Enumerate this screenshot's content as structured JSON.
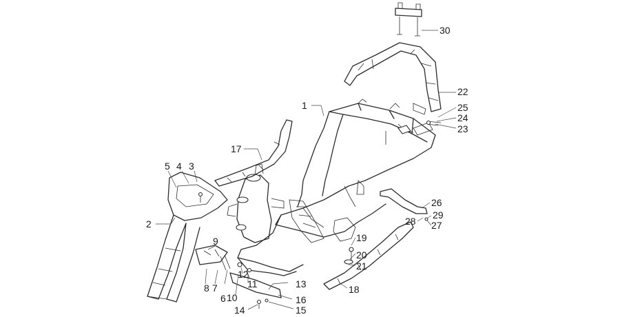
{
  "diagram": {
    "callouts": [
      "1",
      "2",
      "3",
      "4",
      "5",
      "6",
      "7",
      "8",
      "9",
      "10",
      "11",
      "12",
      "13",
      "14",
      "15",
      "16",
      "17",
      "18",
      "19",
      "20",
      "21",
      "22",
      "23",
      "24",
      "25",
      "26",
      "27",
      "28",
      "29",
      "30"
    ]
  }
}
